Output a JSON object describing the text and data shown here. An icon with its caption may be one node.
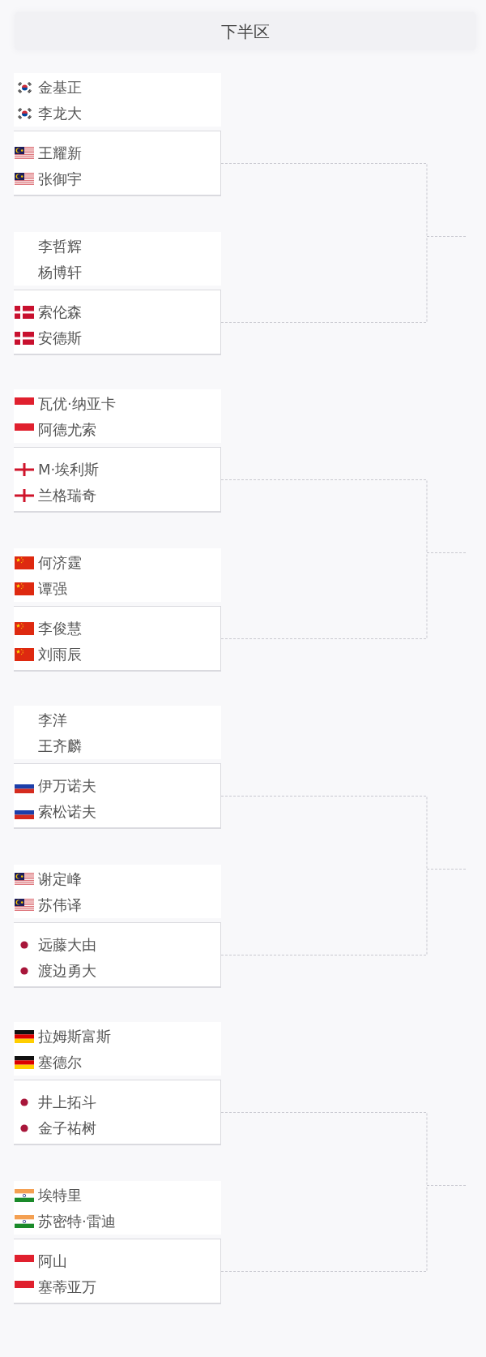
{
  "diagram": {
    "title": "下半区",
    "nodes": [
      {
        "text": [
          "金基正",
          "李龙大"
        ]
      },
      {
        "text": [
          "王耀新",
          "张御宇"
        ]
      },
      {
        "text": [
          "李哲辉",
          "杨博轩"
        ]
      },
      {
        "text": [
          "索伦森",
          "安德斯"
        ]
      },
      {
        "text": [
          "瓦优·纳亚卡",
          "阿德尤索"
        ]
      },
      {
        "text": [
          "M·埃利斯",
          "兰格瑞奇"
        ]
      },
      {
        "text": [
          "何济霆",
          "谭强"
        ]
      },
      {
        "text": [
          "李俊慧",
          "刘雨辰"
        ]
      },
      {
        "text": [
          "李洋",
          "王齐麟"
        ]
      },
      {
        "text": [
          "伊万诺夫",
          "索松诺夫"
        ]
      },
      {
        "text": [
          "谢定峰",
          "苏伟译"
        ]
      },
      {
        "text": [
          "远藤大由",
          "渡边勇大"
        ]
      },
      {
        "text": [
          "拉姆斯富斯",
          "塞德尔"
        ]
      },
      {
        "text": [
          "井上拓斗",
          "金子祐树"
        ]
      },
      {
        "text": [
          "埃特里",
          "苏密特·雷迪"
        ]
      },
      {
        "text": [
          "阿山",
          "塞蒂亚万"
        ]
      }
    ],
    "edges": [
      {
        "from": 1,
        "to": null,
        "arrow": "none",
        "style": "dashed"
      },
      {
        "from": 3,
        "to": null,
        "arrow": "none",
        "style": "dashed"
      },
      {
        "from": 5,
        "to": null,
        "arrow": "none",
        "style": "dashed"
      },
      {
        "from": 7,
        "to": null,
        "arrow": "none",
        "style": "dashed"
      },
      {
        "from": 9,
        "to": null,
        "arrow": "none",
        "style": "dashed"
      },
      {
        "from": 11,
        "to": null,
        "arrow": "none",
        "style": "dashed"
      },
      {
        "from": 13,
        "to": null,
        "arrow": "none",
        "style": "dashed"
      },
      {
        "from": 15,
        "to": null,
        "arrow": "none",
        "style": "dashed"
      }
    ]
  }
}
